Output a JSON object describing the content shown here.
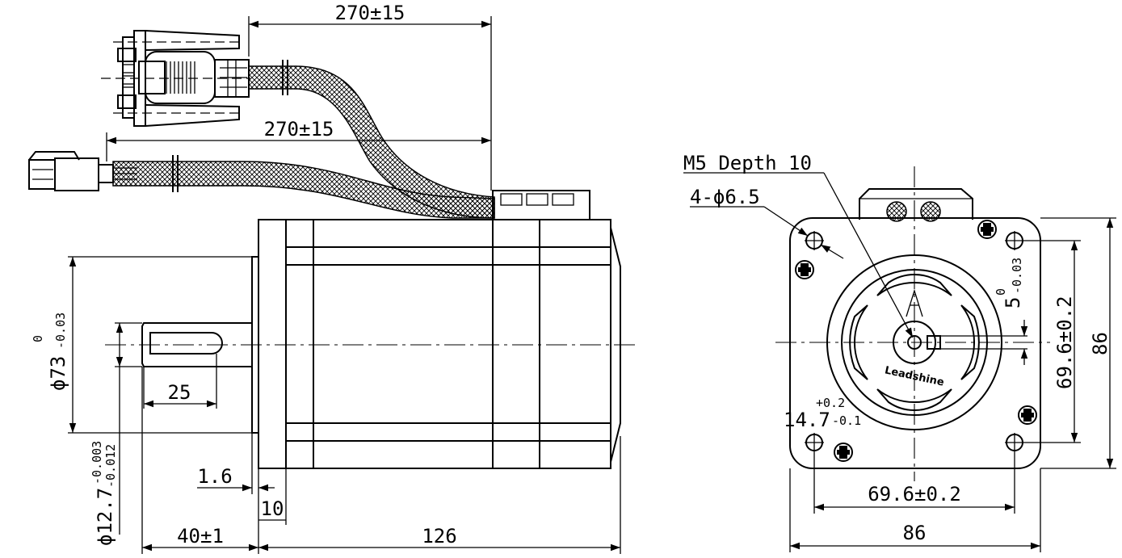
{
  "side_view": {
    "encoder_cable_length": "270±15",
    "power_cable_length": "270±15",
    "flange_diameter": "ϕ73",
    "flange_tol_upper": "0",
    "flange_tol_lower": "-0.03",
    "key_length": "25",
    "flange_thickness": "1.6",
    "pilot_depth": "10",
    "shaft_diameter": "ϕ12.7",
    "shaft_tol_upper": "-0.003",
    "shaft_tol_lower": "-0.012",
    "shaft_length": "40±1",
    "body_length": "126"
  },
  "front_view": {
    "thread_callout": "M5 Depth 10",
    "hole_callout": "4-ϕ6.5",
    "key_width": "5",
    "key_tol_upper": "0",
    "key_tol_lower": "-0.03",
    "key_height": "14.7",
    "key_height_tol_upper": "+0.2",
    "key_height_tol_lower": "-0.1",
    "hole_pitch_vertical": "69.6±0.2",
    "frame_size_vertical": "86",
    "hole_pitch_horizontal": "69.6±0.2",
    "frame_size_horizontal": "86",
    "logo_text": "Leadshine"
  }
}
